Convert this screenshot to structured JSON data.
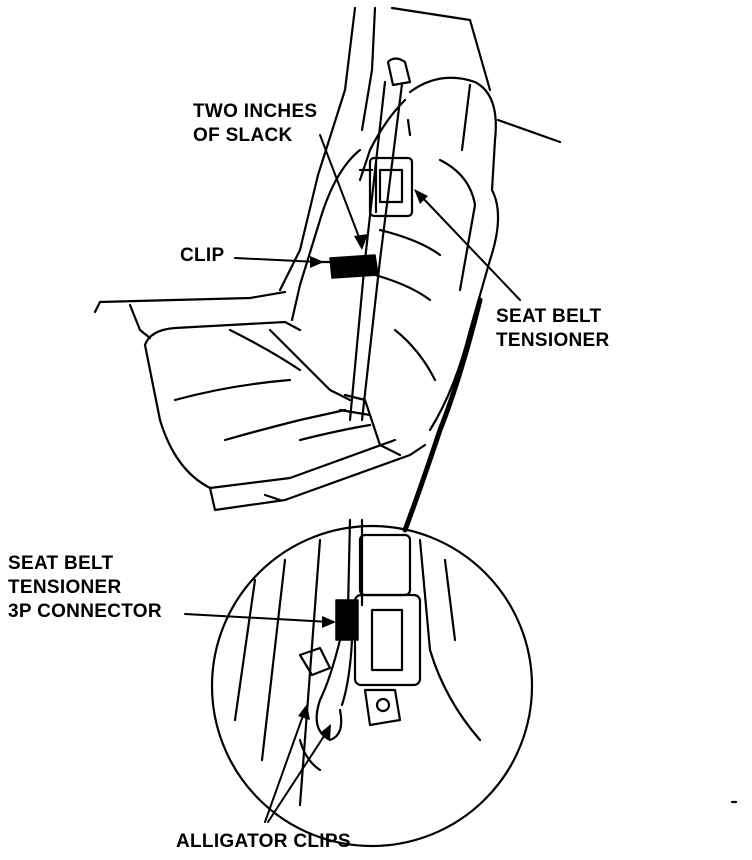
{
  "diagram": {
    "labels": {
      "two_inches_of_slack": [
        "TWO INCHES",
        "OF SLACK"
      ],
      "clip": "CLIP",
      "seat_belt_tensioner": [
        "SEAT BELT",
        "TENSIONER"
      ],
      "tensioner_3p_connector": [
        "SEAT BELT",
        "TENSIONER",
        "3P CONNECTOR"
      ],
      "alligator_clips": "ALLIGATOR CLIPS"
    },
    "colors": {
      "ink": "#000000",
      "paper": "#ffffff"
    }
  }
}
